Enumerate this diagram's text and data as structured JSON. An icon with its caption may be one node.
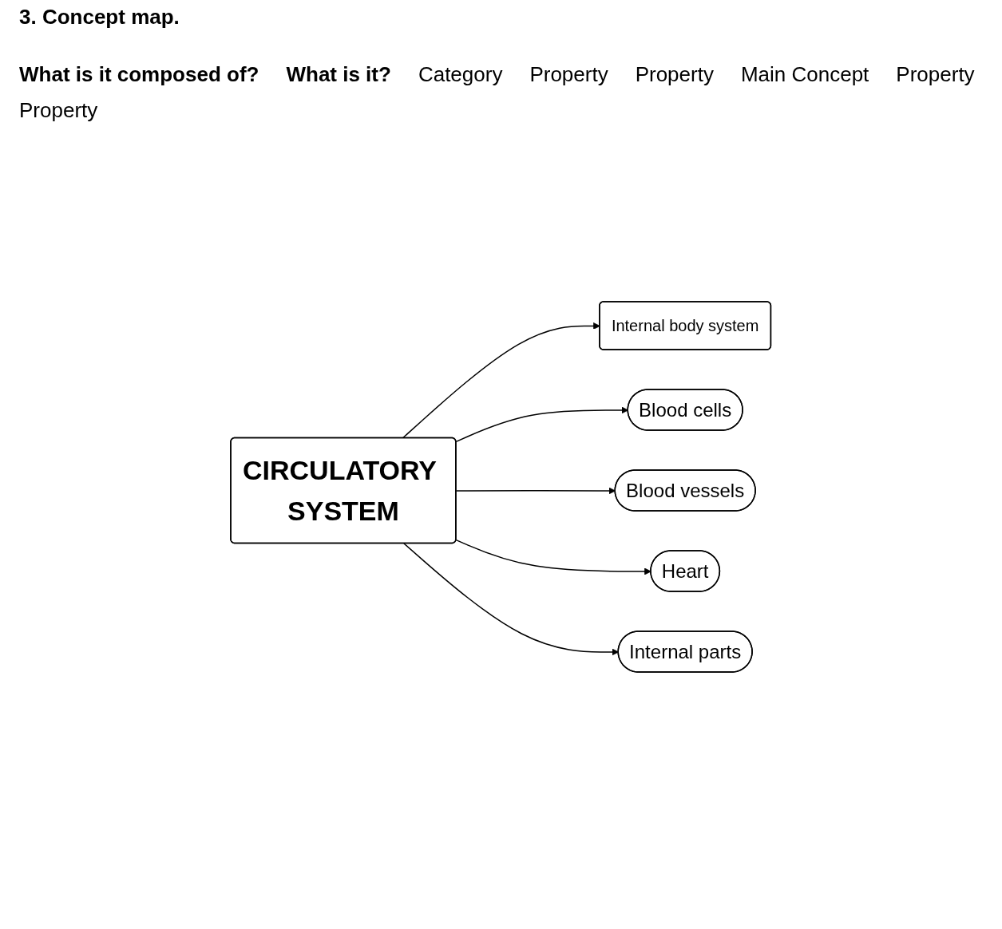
{
  "diagram": {
    "title": "3. Concept map.",
    "nodes": [
      {
        "text": [
          "Internal body system"
        ]
      },
      {
        "text": [
          "CIRCULATORY SYSTEM"
        ]
      },
      {
        "text": [
          "Blood cells"
        ]
      },
      {
        "text": [
          "Blood vessels"
        ]
      },
      {
        "text": [
          "Heart"
        ]
      },
      {
        "text": [
          "Internal parts"
        ]
      }
    ],
    "edges": [
      {
        "from": 1,
        "to": 0,
        "arrow": "to"
      },
      {
        "from": 1,
        "to": 2,
        "arrow": "to"
      },
      {
        "from": 1,
        "to": 3,
        "arrow": "to"
      },
      {
        "from": 1,
        "to": 4,
        "arrow": "to"
      },
      {
        "from": 1,
        "to": 5,
        "arrow": "to"
      }
    ],
    "labels": [
      "What is it composed of?",
      "What is it?",
      "Category",
      "Property",
      "Property",
      "Main Concept",
      "Property",
      "Property"
    ]
  }
}
